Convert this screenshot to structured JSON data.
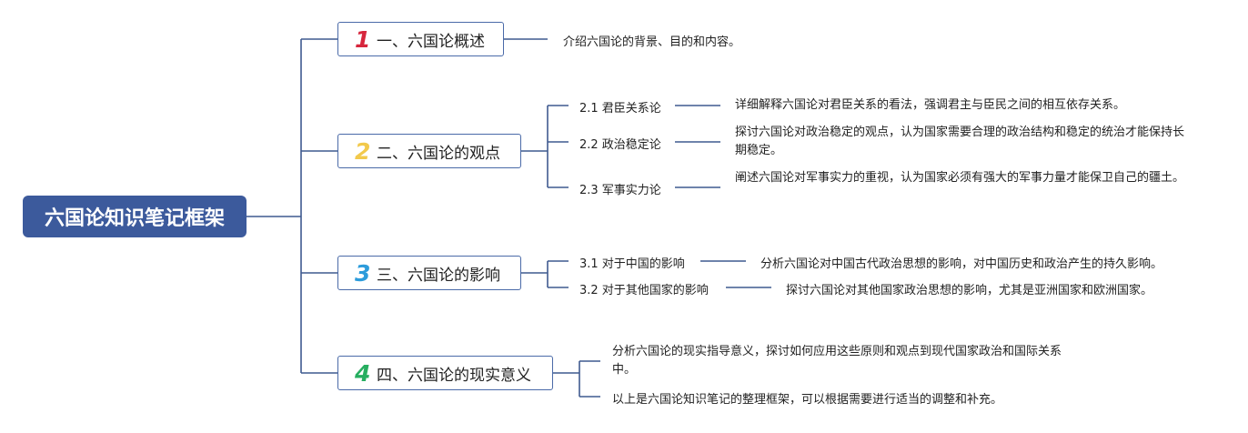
{
  "root": {
    "title": "六国论知识笔记框架"
  },
  "sections": [
    {
      "num": "1",
      "num_color": "#d7263d",
      "title": "一、六国论概述",
      "desc": "介绍六国论的背景、目的和内容。"
    },
    {
      "num": "2",
      "num_color": "#f2c94c",
      "title": "二、六国论的观点",
      "children": [
        {
          "label": "2.1 君臣关系论",
          "desc": "详细解释六国论对君臣关系的看法，强调君主与臣民之间的相互依存关系。"
        },
        {
          "label": "2.2 政治稳定论",
          "desc": "探讨六国论对政治稳定的观点，认为国家需要合理的政治结构和稳定的统治才能保持长期稳定。"
        },
        {
          "label": "2.3 军事实力论",
          "desc": "阐述六国论对军事实力的重视，认为国家必须有强大的军事力量才能保卫自己的疆土。"
        }
      ]
    },
    {
      "num": "3",
      "num_color": "#2d9cdb",
      "title": "三、六国论的影响",
      "children": [
        {
          "label": "3.1 对于中国的影响",
          "desc": "分析六国论对中国古代政治思想的影响，对中国历史和政治产生的持久影响。"
        },
        {
          "label": "3.2 对于其他国家的影响",
          "desc": "探讨六国论对其他国家政治思想的影响，尤其是亚洲国家和欧洲国家。"
        }
      ]
    },
    {
      "num": "4",
      "num_color": "#27ae60",
      "title": "四、六国论的现实意义",
      "notes": [
        "分析六国论的现实指导意义，探讨如何应用这些原则和观点到现代国家政治和国际关系中。",
        "以上是六国论知识笔记的整理框架，可以根据需要进行适当的调整和补充。"
      ]
    }
  ],
  "colors": {
    "line": "#3f5a8f",
    "root_fill": "#3c5a9c",
    "box_border": "#4a6aa8"
  }
}
